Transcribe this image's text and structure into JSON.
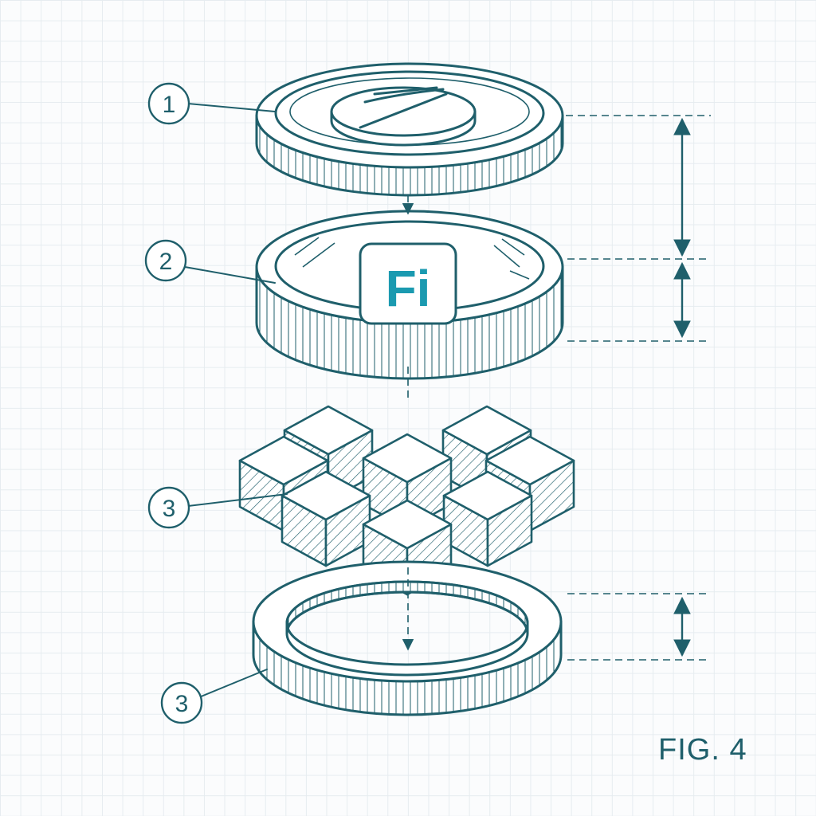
{
  "callouts": [
    {
      "label": "1"
    },
    {
      "label": "2"
    },
    {
      "label": "3"
    },
    {
      "label": "3"
    }
  ],
  "logo": {
    "text": "Fi"
  },
  "figure_label": "FIG. 4",
  "colors": {
    "ink": "#1f5f6b",
    "accent": "#1b9ab0",
    "grid": "#e6ecf0"
  }
}
